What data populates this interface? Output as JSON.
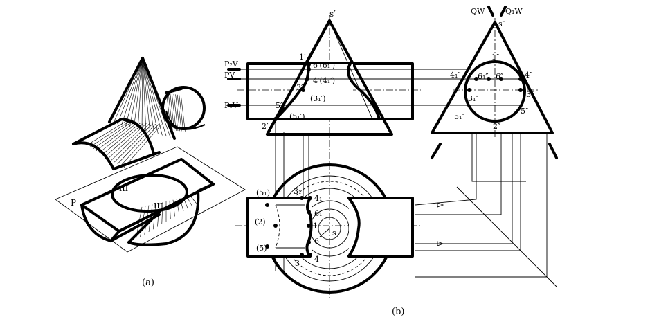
{
  "figure_a": {
    "caption": "(a)",
    "plane_label": "P",
    "point_labels": [
      "III",
      "III"
    ]
  },
  "figure_b": {
    "caption": "(b)",
    "front": {
      "apex": "s′",
      "plane_labels": [
        "P₂V",
        "PV",
        "P₁V"
      ],
      "points": [
        "1′",
        "6′(6₁′)",
        "4′(4₁′)",
        "3′",
        "(3₁′)",
        "5′",
        "(5₁′)",
        "2′"
      ]
    },
    "side": {
      "plane_labels": [
        "QW",
        "Q₁W"
      ],
      "apex": "s″",
      "points": [
        "1″",
        "4₁″",
        "6₁″",
        "6″",
        "4″",
        "3″",
        "3₁″",
        "5₁″",
        "5″",
        "2″"
      ]
    },
    "top": {
      "points": [
        "(5₁)",
        "3₁",
        "4₁",
        "6₁",
        "(2)",
        "1",
        "s",
        "(5)",
        "6",
        "3",
        "4"
      ]
    }
  }
}
